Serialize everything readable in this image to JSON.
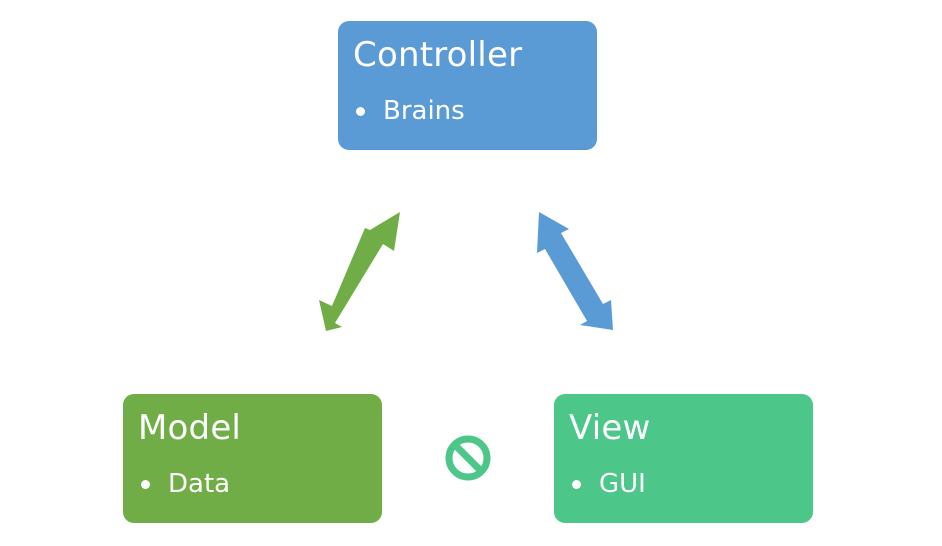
{
  "diagram": {
    "controller": {
      "title": "Controller",
      "item": "Brains",
      "color": "#5b9bd5"
    },
    "model": {
      "title": "Model",
      "item": "Data",
      "color": "#70ad47"
    },
    "view": {
      "title": "View",
      "item": "GUI",
      "color": "#4dc68a"
    },
    "connections": [
      {
        "from": "model",
        "to": "controller",
        "style": "bidirectional-arrow",
        "color": "#70ad47"
      },
      {
        "from": "view",
        "to": "controller",
        "style": "bidirectional-arrow",
        "color": "#5b9bd5"
      },
      {
        "from": "model",
        "to": "view",
        "style": "prohibited",
        "icon": "no-entry-icon",
        "color": "#4dc68a"
      }
    ]
  }
}
